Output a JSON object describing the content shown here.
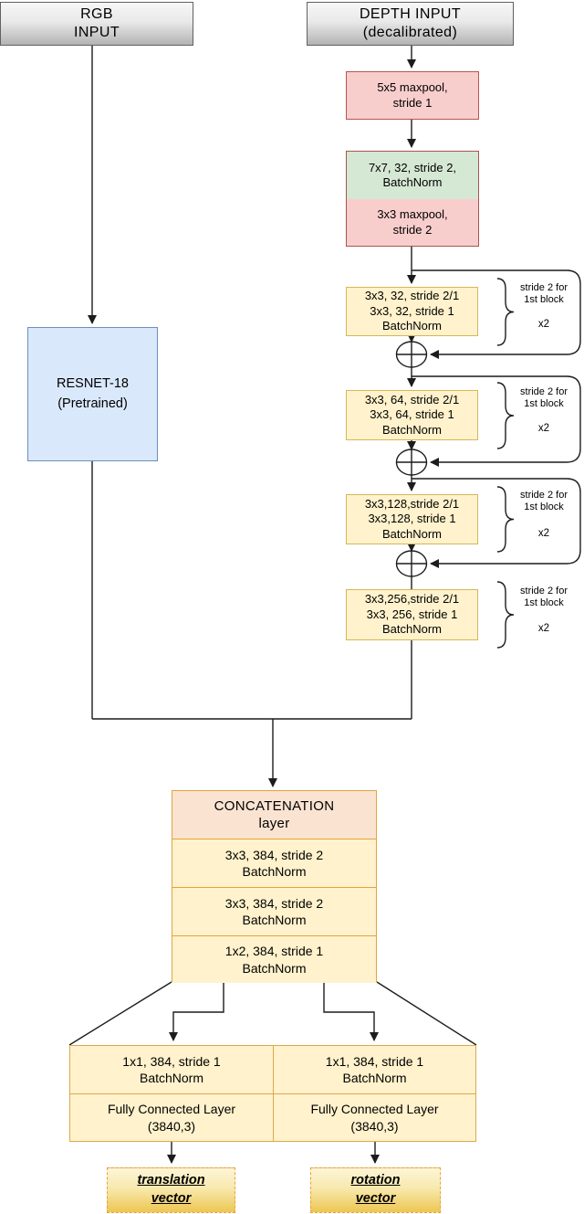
{
  "nodes": {
    "rgb_input": {
      "l1": "RGB",
      "l2": "INPUT"
    },
    "depth_input": {
      "l1": "DEPTH INPUT",
      "l2": "(decalibrated)"
    },
    "maxpool5x5": {
      "l1": "5x5 maxpool,",
      "l2": "stride 1"
    },
    "conv7x7": {
      "l1": "7x7, 32, stride 2,",
      "l2": "BatchNorm"
    },
    "maxpool3x3": {
      "l1": "3x3 maxpool,",
      "l2": "stride 2"
    },
    "resnet": {
      "l1": "RESNET-18",
      "l2": "(Pretrained)"
    }
  },
  "res_blocks": [
    {
      "l1": "3x3, 32, stride 2/1",
      "l2": "3x3, 32, stride 1",
      "l3": "BatchNorm",
      "note1": "stride 2 for",
      "note2": "1st block",
      "repeat": "x2"
    },
    {
      "l1": "3x3, 64, stride 2/1",
      "l2": "3x3, 64, stride 1",
      "l3": "BatchNorm",
      "note1": "stride 2 for",
      "note2": "1st block",
      "repeat": "x2"
    },
    {
      "l1": "3x3,128,stride 2/1",
      "l2": "3x3,128, stride 1",
      "l3": "BatchNorm",
      "note1": "stride 2 for",
      "note2": "1st block",
      "repeat": "x2"
    },
    {
      "l1": "3x3,256,stride 2/1",
      "l2": "3x3, 256, stride 1",
      "l3": "BatchNorm",
      "note1": "stride 2 for",
      "note2": "1st block",
      "repeat": "x2"
    }
  ],
  "concat": {
    "header_l1": "CONCATENATION",
    "header_l2": "layer",
    "rows": [
      {
        "l1": "3x3, 384, stride 2",
        "l2": "BatchNorm"
      },
      {
        "l1": "3x3, 384, stride 2",
        "l2": "BatchNorm"
      },
      {
        "l1": "1x2, 384, stride 1",
        "l2": "BatchNorm"
      }
    ]
  },
  "heads": [
    {
      "conv_l1": "1x1, 384, stride 1",
      "conv_l2": "BatchNorm",
      "fc_l1": "Fully Connected Layer",
      "fc_l2": "(3840,3)",
      "out_l1": "translation",
      "out_l2": "vector"
    },
    {
      "conv_l1": "1x1, 384, stride 1",
      "conv_l2": "BatchNorm",
      "fc_l1": "Fully Connected Layer",
      "fc_l2": "(3840,3)",
      "out_l1": "rotation",
      "out_l2": "vector"
    }
  ],
  "colors": {
    "input_fill_top": "#f7f7f7",
    "input_fill_bottom": "#b3b3b3",
    "input_border": "#616161",
    "pink_fill": "#f8cecc",
    "pink_border": "#b85450",
    "green_fill": "#d5e8d4",
    "yellow_fill": "#fff2cc",
    "yellow_border": "#d6b656",
    "blue_fill": "#dae8fc",
    "blue_border": "#6c8ebf",
    "concat_header_fill": "#fbe3d2",
    "orange_border": "#e5a33d",
    "output_fill_top": "#fdf5d7",
    "output_fill_bottom": "#edc652",
    "line": "#1c1c1c"
  }
}
